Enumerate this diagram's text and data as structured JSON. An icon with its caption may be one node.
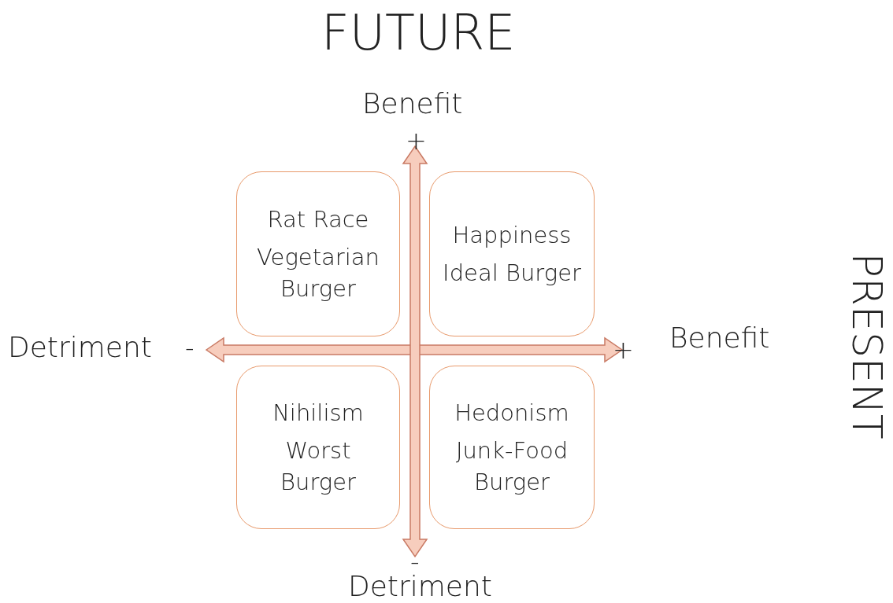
{
  "diagram": {
    "nodes": [
      {
        "text": [
          "Rat Race",
          "Vegetarian Burger"
        ]
      },
      {
        "text": [
          "Happiness",
          "Ideal Burger"
        ]
      },
      {
        "text": [
          "Nihilism",
          "Worst Burger"
        ]
      },
      {
        "text": [
          "Hedonism",
          "Junk-Food Burger"
        ]
      }
    ],
    "edges": [],
    "labels": [
      "FUTURE",
      "Benefit",
      "+",
      "Detriment",
      "-",
      "+",
      "Benefit",
      "PRESENT",
      "-",
      "Detriment"
    ]
  }
}
